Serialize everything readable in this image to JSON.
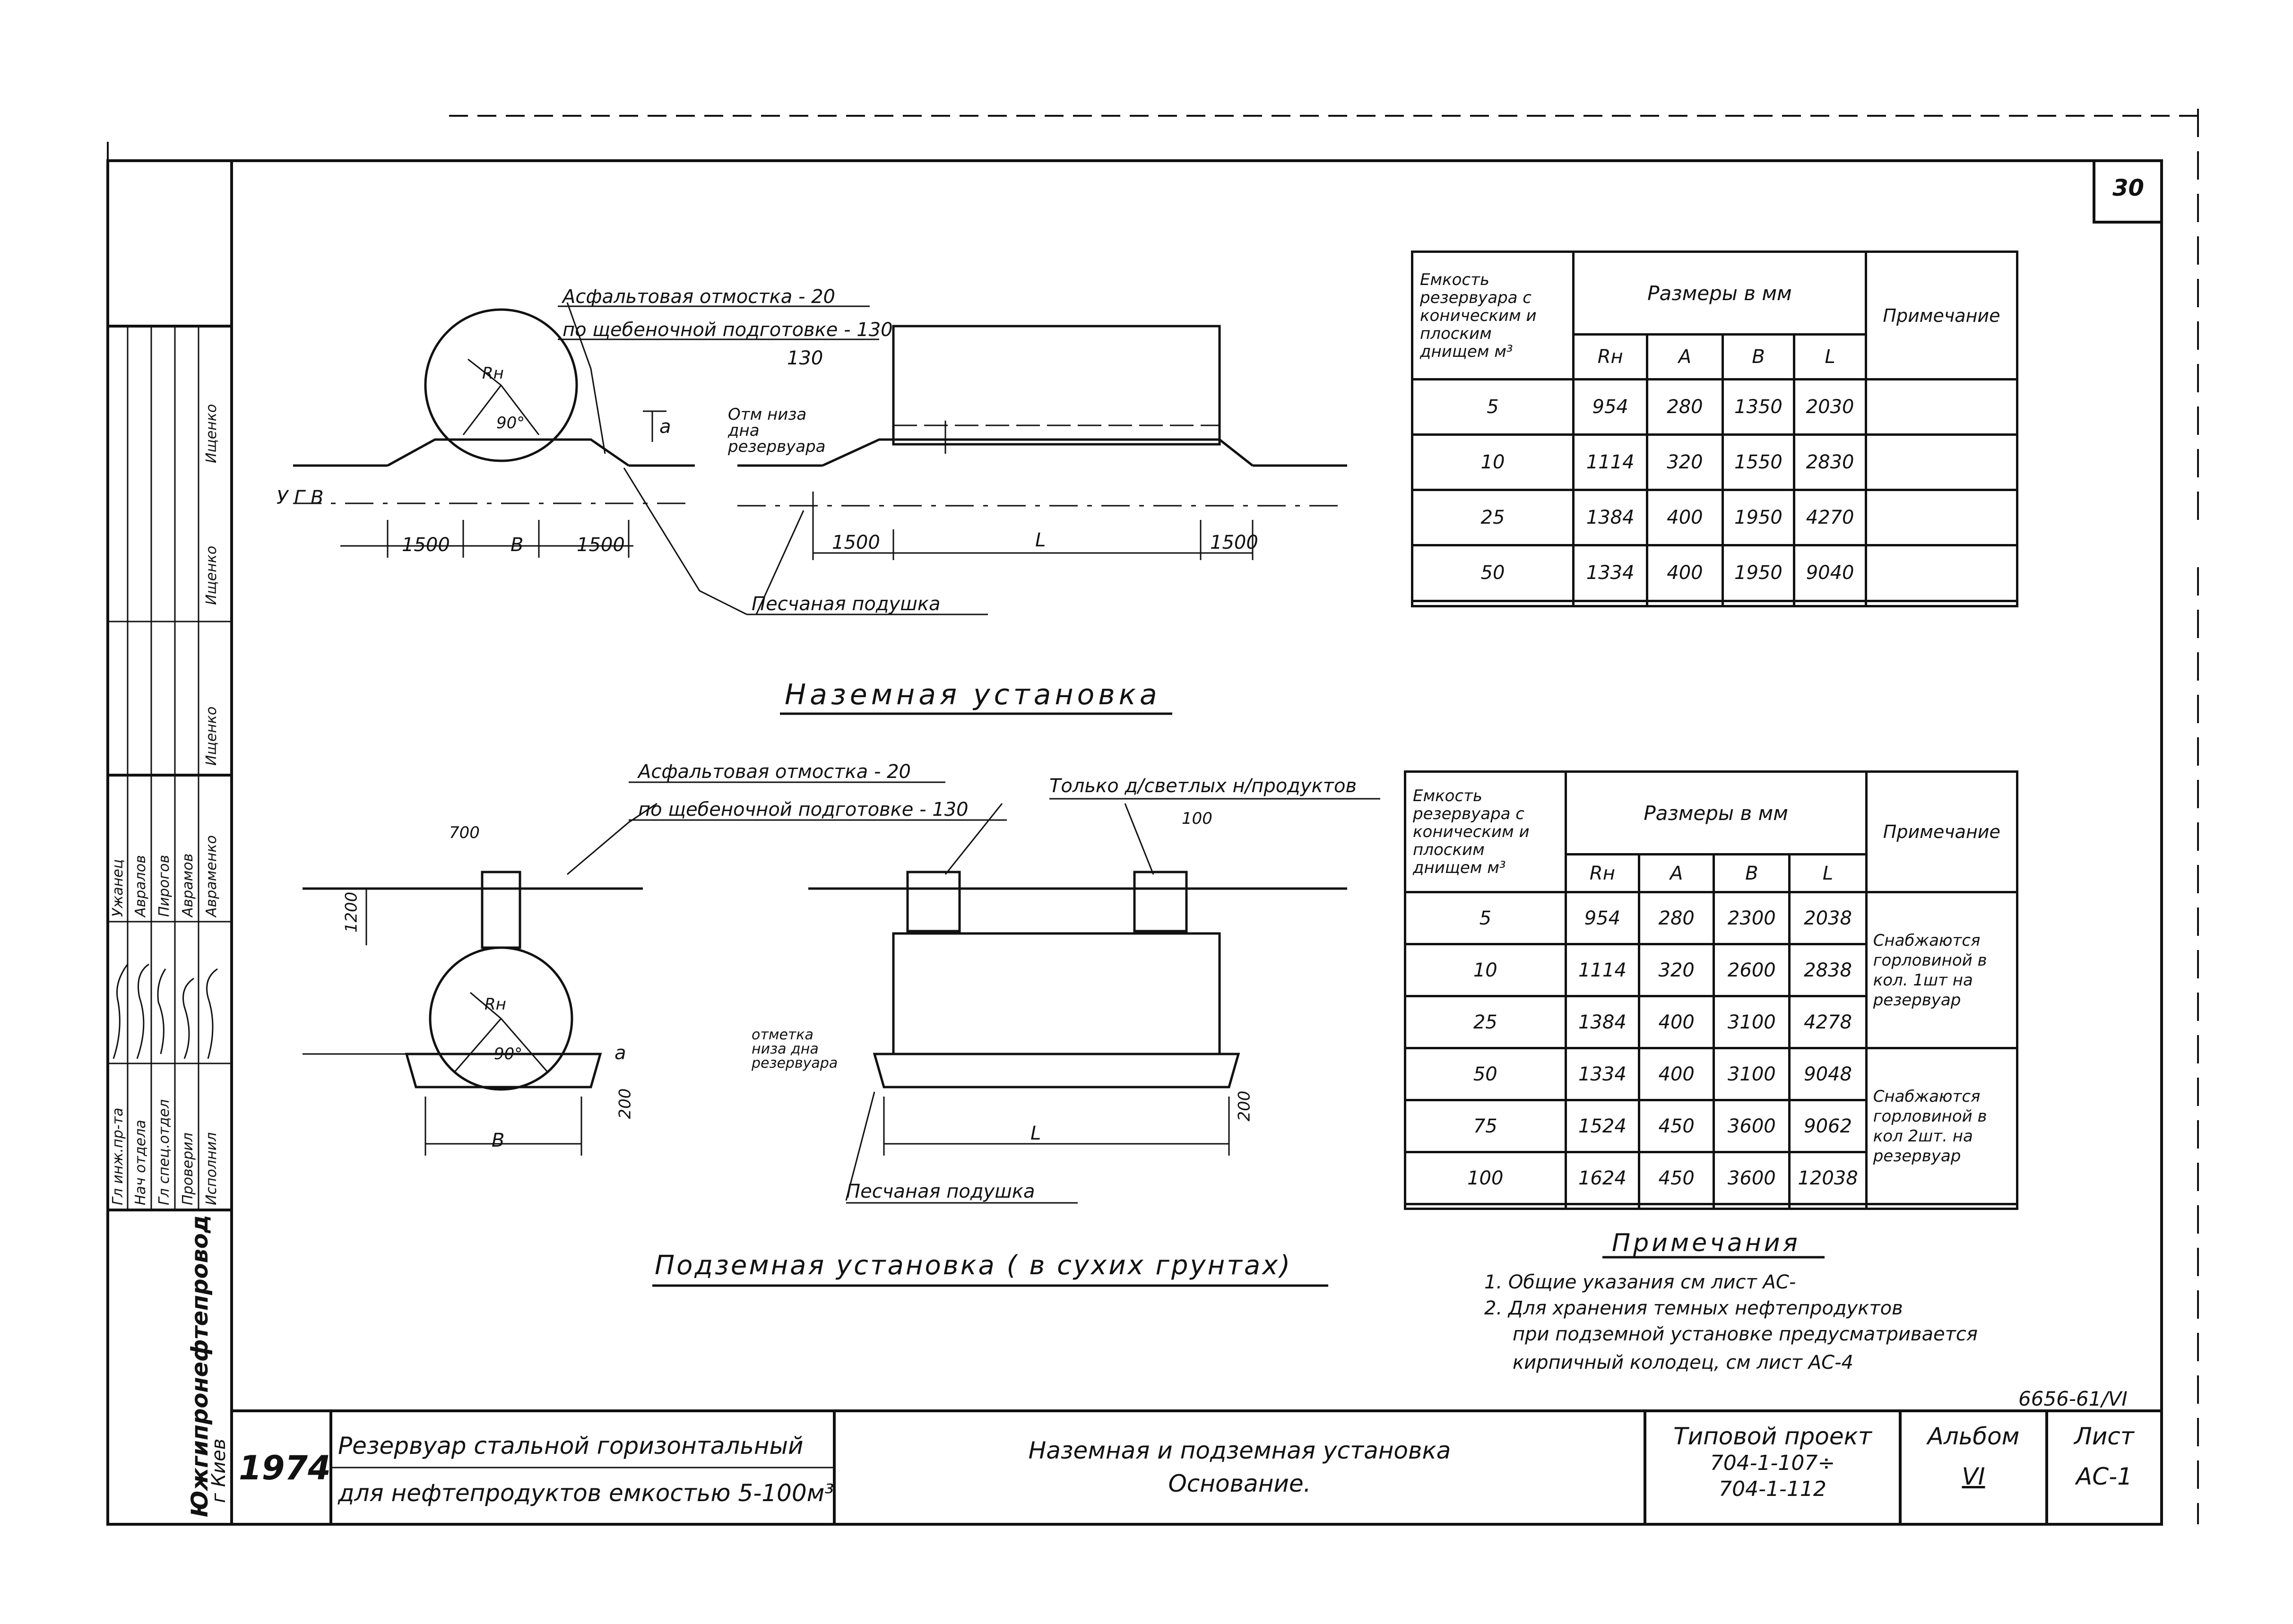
{
  "sheet": {
    "page_number": "30",
    "archive_code": "6656-61/VI"
  },
  "above_ground": {
    "title": "Наземная установка",
    "callout_asphalt_1": "Асфальтовая отмостка - 20",
    "callout_asphalt_2": "по щебеночной подготовке - 130",
    "callout_bottom_mark": "Отм низа дна резервуара",
    "callout_sand": "Песчаная подушка",
    "label_rn": "Rн",
    "label_angle": "90°",
    "label_ugv": "У Г В",
    "label_a": "a",
    "dim_left": "1500",
    "dim_center": "B",
    "dim_right": "1500",
    "dim_left_long": "1500",
    "dim_length": "L",
    "dim_right_long": "1500",
    "table": {
      "col_capacity": "Емкость резервуара с коническим и плоским днищем м³",
      "col_sizes": "Размеры в мм",
      "col_rn": "Rн",
      "col_a": "A",
      "col_b": "B",
      "col_l": "L",
      "col_note": "Примечание",
      "rows": [
        {
          "cap": "5",
          "rn": "954",
          "a": "280",
          "b": "1350",
          "l": "2030"
        },
        {
          "cap": "10",
          "rn": "1114",
          "a": "320",
          "b": "1550",
          "l": "2830"
        },
        {
          "cap": "25",
          "rn": "1384",
          "a": "400",
          "b": "1950",
          "l": "4270"
        },
        {
          "cap": "50",
          "rn": "1334",
          "a": "400",
          "b": "1950",
          "l": "9040"
        }
      ]
    }
  },
  "underground": {
    "title": "Подземная установка ( в сухих грунтах)",
    "callout_asphalt_1": "Асфальтовая отмостка - 20",
    "callout_asphalt_2": "по щебеночной подготовке - 130",
    "callout_light": "Только д/светлых н/продуктов",
    "callout_bottom_mark": "отметка низа дна резервуара",
    "callout_sand": "Песчаная подушка",
    "dim_700": "700",
    "dim_100": "100",
    "dim_1200": "1200",
    "dim_200_left": "200",
    "dim_200_right": "200",
    "label_rn": "Rн",
    "label_angle": "90°",
    "label_a": "a",
    "dim_b": "B",
    "dim_l": "L",
    "table": {
      "col_capacity": "Емкость резервуара с коническим и плоским днищем м³",
      "col_sizes": "Размеры в мм",
      "col_rn": "Rн",
      "col_a": "A",
      "col_b": "B",
      "col_l": "L",
      "col_note": "Примечание",
      "rows": [
        {
          "cap": "5",
          "rn": "954",
          "a": "280",
          "b": "2300",
          "l": "2038"
        },
        {
          "cap": "10",
          "rn": "1114",
          "a": "320",
          "b": "2600",
          "l": "2838"
        },
        {
          "cap": "25",
          "rn": "1384",
          "a": "400",
          "b": "3100",
          "l": "4278"
        },
        {
          "cap": "50",
          "rn": "1334",
          "a": "400",
          "b": "3100",
          "l": "9048"
        },
        {
          "cap": "75",
          "rn": "1524",
          "a": "450",
          "b": "3600",
          "l": "9062"
        },
        {
          "cap": "100",
          "rn": "1624",
          "a": "450",
          "b": "3600",
          "l": "12038"
        }
      ],
      "note_group_1": "Снабжаются горловиной в кол. 1шт на резервуар",
      "note_group_2": "Снабжаются горловиной в кол 2шт. на резервуар"
    }
  },
  "notes": {
    "heading": "Примечания",
    "line1": "1. Общие указания см лист АС-",
    "line2": "2. Для хранения темных нефтепродуктов",
    "line3": "при подземной установке предусматривается",
    "line4": "кирпичный колодец, см лист АС-4"
  },
  "title_block": {
    "year": "1974",
    "product_1": "Резервуар стальной горизонтальный",
    "product_2": "для нефтепродуктов емкостью 5-100м³",
    "sheet_title_1": "Наземная и подземная установка",
    "sheet_title_2": "Основание.",
    "project_label": "Типовой проект",
    "project_1": "704-1-107÷",
    "project_2": "704-1-112",
    "album_label": "Альбом",
    "album_value": "VI",
    "sheet_label": "Лист",
    "sheet_value": "АС-1"
  },
  "side_stamp": {
    "organization": "Южгипронефтепровод",
    "city": "г Киев",
    "roles": [
      "Гл инж.пр-та",
      "Нач отдела",
      "Гл спец.отдел",
      "Проверил",
      "Исполнил"
    ],
    "names": [
      "Ужанец",
      "Авралов",
      "Пирогов",
      "Аврамов",
      "Авраменко"
    ],
    "top_cells": [
      "Ищенко",
      "Ищенко",
      "Ищенко"
    ]
  }
}
